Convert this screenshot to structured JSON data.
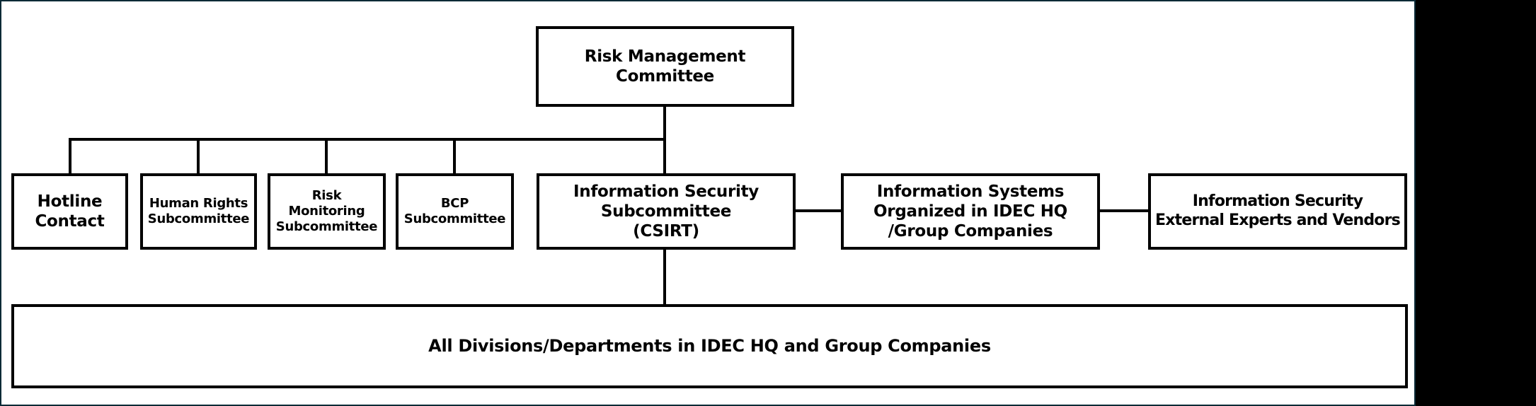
{
  "colors": {
    "line": "#000000",
    "frame_border": "#0a2a36",
    "sheet_background": "#ffffff",
    "right_panel_background": "#000000",
    "text": "#000000"
  },
  "org_chart": {
    "root": {
      "label": "Risk Management\nCommittee"
    },
    "row": [
      {
        "id": "hotline-contact",
        "label": "Hotline\nContact"
      },
      {
        "id": "human-rights-subcommittee",
        "label": "Human Rights\nSubcommittee"
      },
      {
        "id": "risk-monitoring-subcommittee",
        "label": "Risk\nMonitoring\nSubcommittee"
      },
      {
        "id": "bcp-subcommittee",
        "label": "BCP\nSubcommittee"
      },
      {
        "id": "information-security-subcommittee",
        "label": "Information Security\nSubcommittee\n(CSIRT)"
      },
      {
        "id": "information-systems",
        "label": "Information Systems\nOrganized in IDEC HQ\n/Group Companies"
      },
      {
        "id": "information-security-external",
        "label": "Information Security\nExternal Experts and Vendors"
      }
    ],
    "bottom": {
      "label": "All Divisions/Departments in IDEC HQ and Group Companies"
    }
  }
}
